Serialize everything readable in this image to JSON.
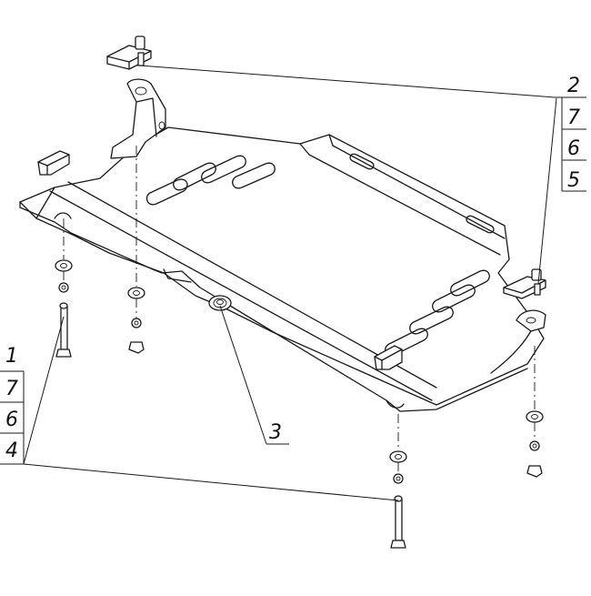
{
  "callouts": {
    "top_right": [
      "2",
      "7",
      "6",
      "5"
    ],
    "left": [
      "1",
      "7",
      "6",
      "4"
    ],
    "center": "3"
  }
}
